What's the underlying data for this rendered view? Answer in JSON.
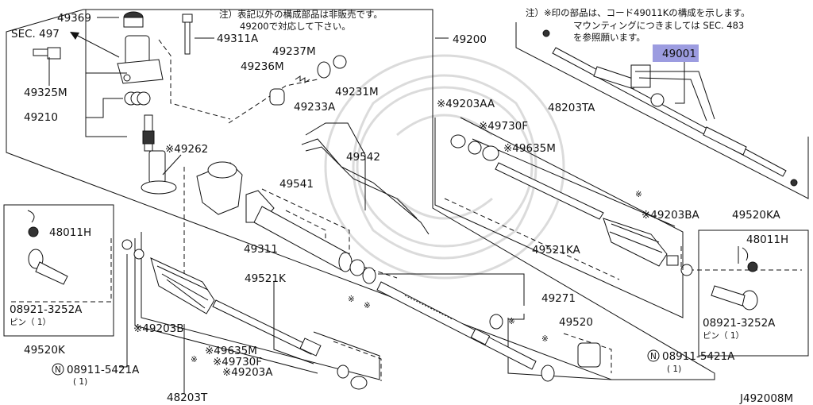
{
  "notes": {
    "left_line1": "注）表記以外の構成部品は非販売です。",
    "left_line2": "49200で対応して下さい。",
    "right_line1": "注）※印の部品は、コード49011Kの構成を示します。",
    "right_line2": "マウンティングにつきましては SEC. 483",
    "right_line3": "を参照願います。"
  },
  "labels": {
    "p49369": "49369",
    "sec497": "SEC. 497",
    "p49311A": "49311A",
    "p49237M": "49237M",
    "p49236M": "49236M",
    "p49231M": "49231M",
    "p49233A": "49233A",
    "p49325M": "49325M",
    "p49210": "49210",
    "p49262": "※49262",
    "p49200": "49200",
    "p49542": "49542",
    "p49541": "49541",
    "p49311": "49311",
    "p48011H_l": "48011H",
    "p08921_l": "08921-3252A",
    "pin_l": "ピン（ 1）",
    "p49520K": "49520K",
    "p49203B": "※49203B",
    "p49521K": "49521K",
    "p49635M_b": "※49635M",
    "p49730F_b": "※49730F",
    "p49203A": "※49203A",
    "p08911_l": "08911-5421A",
    "qty_l": "( 1)",
    "p48203T": "48203T",
    "p49271": "49271",
    "p49520": "49520",
    "p49203AA": "※49203AA",
    "p48203TA": "48203TA",
    "p49730F_t": "※49730F",
    "p49635M_t": "※49635M",
    "p49203BA": "※49203BA",
    "p49521KA": "49521KA",
    "p49520KA": "49520KA",
    "p48011H_r": "48011H",
    "p08921_r": "08921-3252A",
    "pin_r": "ピン（ 1）",
    "p08911_r": "08911-5421A",
    "qty_r": "( 1)",
    "p49001": "49001",
    "asterisk": "※",
    "n_symbol": "N",
    "diagram_id": "J492008M"
  },
  "colors": {
    "highlight": "#9c9ce0",
    "line": "#111111",
    "watermark": "#d8d8d8"
  }
}
